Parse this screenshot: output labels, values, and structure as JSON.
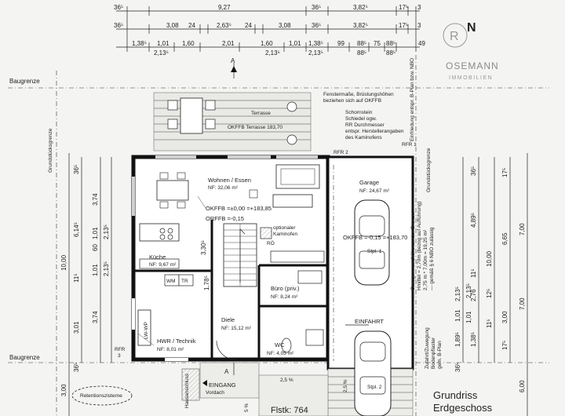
{
  "dimensions": {
    "row1": [
      "36⁵",
      "9,27",
      "36⁵",
      "3,82⁵",
      "17⁵",
      "3"
    ],
    "row2": [
      "36⁵",
      "3,08",
      "24",
      "2,63⁵",
      "24",
      "3,08",
      "36⁵",
      "3,82⁵",
      "17⁵",
      "3"
    ],
    "row3": [
      "1,38⁵",
      "1,01",
      "1,60",
      "2,01",
      "1,60",
      "1,01",
      "1,38⁵",
      "99",
      "88⁵",
      "75",
      "88⁵",
      "49"
    ],
    "row3b": [
      "2,13⁵",
      "2,13⁵",
      "2,13⁵",
      "88⁵",
      "88⁵"
    ],
    "left_outer": [
      "3,00",
      "10,00"
    ],
    "left_mid": [
      "3,01",
      "11⁵",
      "6,14⁵",
      "36⁵"
    ],
    "left_inner": [
      "3,74",
      "3,74",
      "1,01",
      "2,13⁵",
      "60",
      "36⁵",
      "1,01",
      "2,13⁵"
    ],
    "right_col1": [
      "1,89⁵",
      "1,38⁵",
      "2,76",
      "4,89⁵",
      "11⁵",
      "1,01",
      "2,13⁵",
      "36⁵",
      "36⁵"
    ],
    "right_col2": [
      "11⁵",
      "12⁵",
      "1,01",
      "2,13⁵"
    ],
    "right_col3": [
      "3,00",
      "17⁵",
      "6,65",
      "17⁵",
      "10,00"
    ],
    "right_col4": [
      "6,00",
      "7,00",
      "7,00"
    ],
    "small": [
      "1,78⁵",
      "3,30⁵",
      "5 %",
      "2,5 %",
      "2,5 %"
    ]
  },
  "labels": {
    "baugrenze_top": "Baugrenze",
    "baugrenze_bottom": "Baugrenze",
    "grundstuecksgrenze_left": "Grundstücksgrenze",
    "grundstuecksgrenze_right": "Grundstücksgrenze",
    "einfriedung": "Einfriedung entspr. B-Plan bzw. NBO",
    "section_a_top": "A",
    "section_a_bottom": "A",
    "north": "N",
    "logo_letter": "R",
    "logo_name": "OSEMANN",
    "logo_sub": "IMMOBILIEN",
    "window_note": [
      "Fenstermaße, Brüstungshöhen",
      "beziehen sich auf OKFFB"
    ],
    "chimney_note": [
      "Schornstein",
      "Schiedel ogw.",
      "RR Durchmesser",
      "entspr. Herstellerangaben",
      "des Kaminofens"
    ],
    "terrace": "Terrasse",
    "terrace_level": "OKFFB Terrasse 183,70",
    "rfr2": "RFR 2",
    "rfr1": "RFR 1",
    "rfr3": "RFR",
    "rfr3b": "3",
    "wohnen": "Wohnen / Essen",
    "wohnen_area": "NF:        32,06 m²",
    "okffb_main": "OKFFB =±0,00 =+183,85",
    "orffb_main": "ORFFB =-0,15",
    "kaminofen": [
      "optionaler",
      "Kaminofen"
    ],
    "ro": "RÖ",
    "kueche": "Küche",
    "kueche_area": "NF: 9,67 m²",
    "garage": "Garage",
    "garage_area": "NF: 24,67 m²",
    "okffb_garage": "OKFFB =-0,15 =+183,70",
    "stpl1": "Stpl. 1",
    "garage_note": [
      "Garagenwandhöhe an der Grenze:",
      "Hmittel = 2,70m (bezog auf Aufführung)",
      "2,75 m * 7,00m = 19,25 m²",
      "--- gemäß § 6 NBO zulässig"
    ],
    "buero": "Büro (priv.)",
    "buero_area": "NF: 8,24 m²",
    "wm": "WM",
    "tr": "TR",
    "lwwp": "LW-WP",
    "hwr": "HWR / Technik",
    "hwr_area": "NF: 8,01 m²",
    "diele": "Diele",
    "diele_area": "NF: 15,12 m²",
    "wc": "WC",
    "wc_area": "NF: 4,05 m²",
    "einfahrt": "EINFAHRT",
    "zufahrt": [
      "Zufahrt/Zuwegung",
      "Bodenpflaster",
      "gem. B-Plan"
    ],
    "stpl2": "Stpl. 2",
    "eingang": "EINGANG",
    "vordach": "Vordach",
    "hausanschluss": "Hausanschluss",
    "retention": "Retentionszisterne",
    "flurstueck": "Flstk: 764",
    "title1": "Grundriss",
    "title2": "Erdgeschoss"
  }
}
